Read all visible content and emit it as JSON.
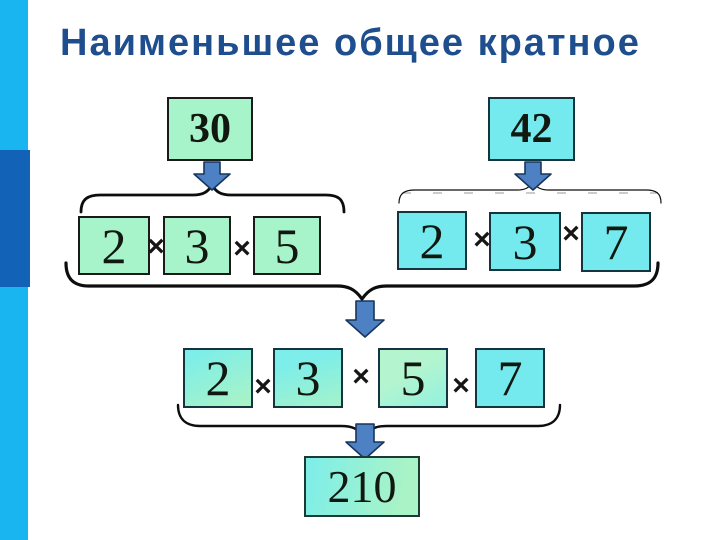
{
  "title": "Наименьшее общее кратное",
  "times_symbol": "×",
  "numbers": {
    "left_value": "30",
    "right_value": "42",
    "left_factors": [
      "2",
      "3",
      "5"
    ],
    "right_factors": [
      "2",
      "3",
      "7"
    ],
    "combined_factors": [
      "2",
      "3",
      "5",
      "7"
    ],
    "result": "210"
  },
  "icons": {
    "arrow_down": "⬇",
    "brace_horizontal": "⏟"
  },
  "colors": {
    "page_bg": "#ffffff",
    "title_text": "#1f4e8f",
    "stripe_light": "#19b5f0",
    "stripe_dark": "#1263b8",
    "mint_fill": "#a8f4ca",
    "cyan_fill": "#74e9ee",
    "mint_border": "#1a1a1a",
    "cyan_border": "#14353f",
    "digit_text": "#101810",
    "times_text": "#161616",
    "brace_stroke": "#0d0d0d",
    "sketch_stroke": "#9a9a9a",
    "arrow_fill": "#4e80c4",
    "arrow_stroke": "#17365d",
    "result_border": "#1a3a33",
    "grad_cyan": "#7deee9",
    "grad_mint": "#a9f3c7",
    "grad_mint_light": "#b4f5cf"
  }
}
